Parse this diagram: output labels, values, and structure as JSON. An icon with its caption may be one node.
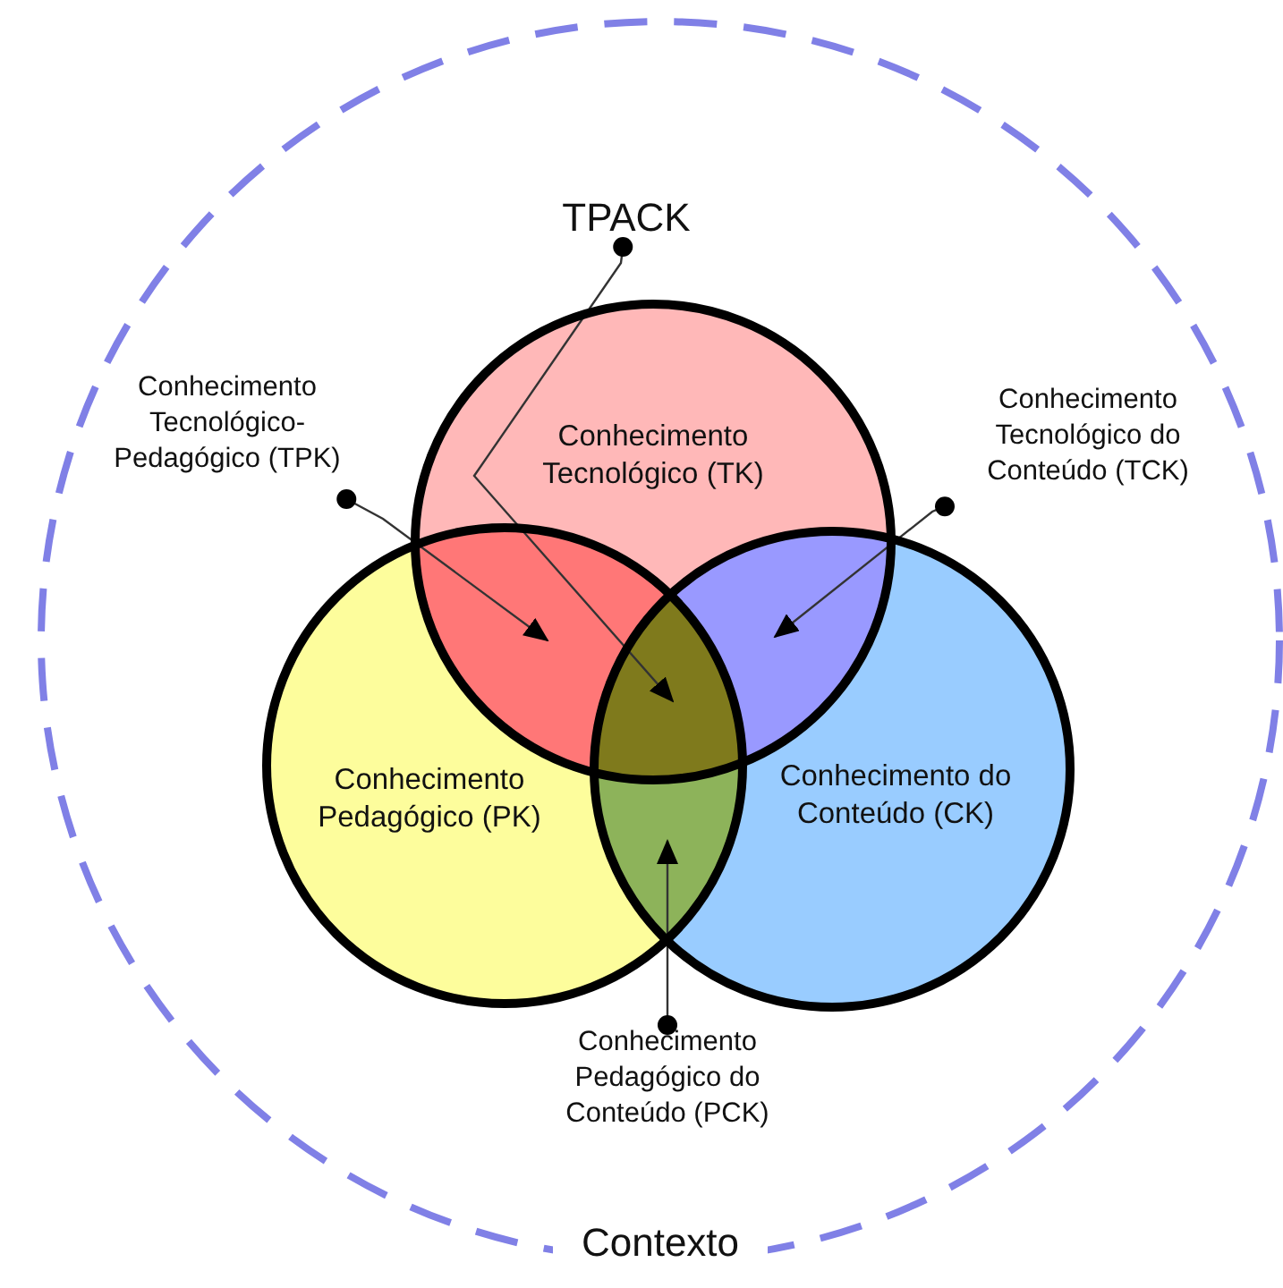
{
  "diagram": {
    "nodes": [
      {
        "text": [
          "Contexto"
        ]
      },
      {
        "text": [
          "TPACK"
        ],
        "in": 0
      },
      {
        "text": [
          "Conhecimento Tecnológico-Pedagógico (TPK)"
        ],
        "in": 0
      },
      {
        "text": [
          "Conhecimento Tecnológico (TK)"
        ],
        "in": 0
      },
      {
        "text": [
          "Conhecimento Tecnológico do Conteúdo (TCK)"
        ],
        "in": 0
      },
      {
        "text": [
          "Conhecimento Pedagógico (PK)"
        ],
        "in": 0
      },
      {
        "text": [
          "Conhecimento do Conteúdo (CK)"
        ],
        "in": 0
      },
      {
        "text": [
          "Conhecimento Pedagógico do Conteúdo (PCK)"
        ],
        "in": 0
      },
      {
        "text": [],
        "shape": "lens"
      },
      {
        "text": [],
        "shape": "lens"
      },
      {
        "text": [],
        "shape": "lens"
      },
      {
        "text": [],
        "shape": "lens"
      }
    ],
    "edges": [
      {
        "from": 1,
        "to": 10,
        "arrow": "to"
      },
      {
        "from": 2,
        "to": 8,
        "arrow": "to"
      },
      {
        "from": 4,
        "to": 9,
        "arrow": "to"
      },
      {
        "from": 7,
        "to": 11,
        "arrow": "to"
      }
    ]
  }
}
